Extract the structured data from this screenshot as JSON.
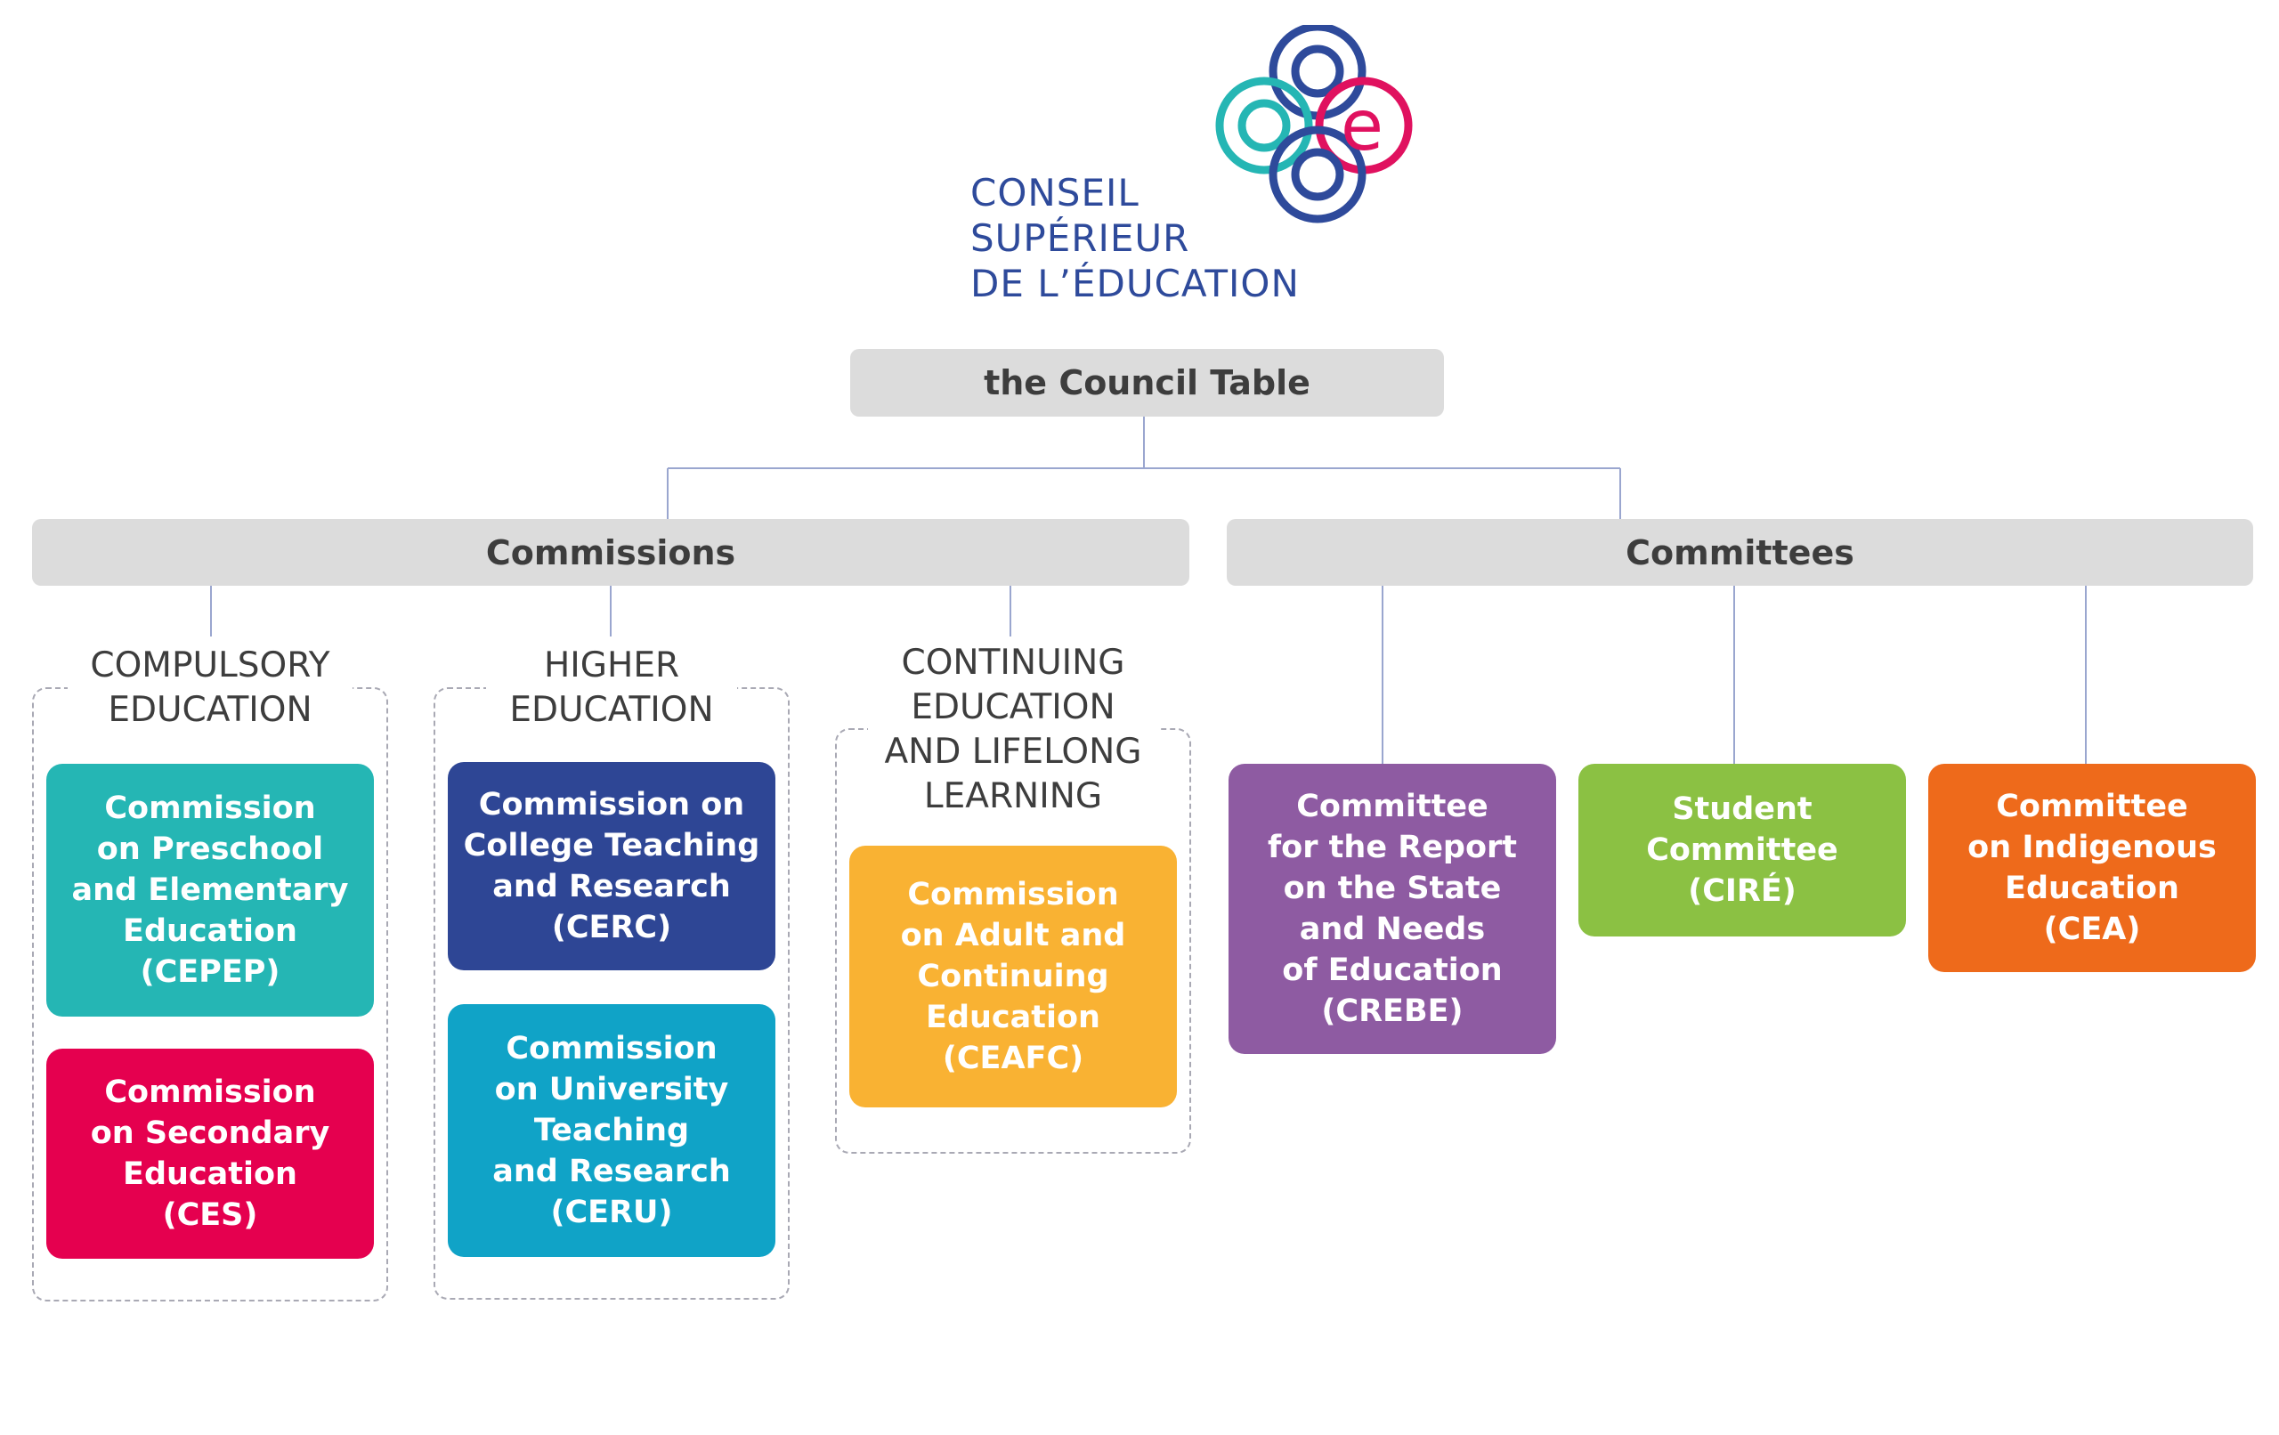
{
  "logo": {
    "text": "CONSEIL\nSUPÉRIEUR\nDE L’ÉDUCATION",
    "colors": {
      "navy": "#2e4a9b",
      "teal": "#25b6b4",
      "magenta": "#e0115f"
    }
  },
  "council_table": {
    "label": "the Council Table"
  },
  "commissions": {
    "label": "Commissions",
    "groups": [
      {
        "title": "COMPULSORY\nEDUCATION",
        "boxes": [
          {
            "text": "Commission\non Preschool\nand Elementary\nEducation\n(CEPEP)",
            "color": "#25b6b4"
          },
          {
            "text": "Commission\non Secondary\nEducation\n(CES)",
            "color": "#e5004f"
          }
        ]
      },
      {
        "title": "HIGHER\nEDUCATION",
        "boxes": [
          {
            "text": "Commission on\nCollege Teaching\nand Research\n(CERC)",
            "color": "#2e4695"
          },
          {
            "text": "Commission\non University\nTeaching\nand Research\n(CERU)",
            "color": "#10a3c7"
          }
        ]
      },
      {
        "title": "CONTINUING\nEDUCATION\nAND LIFELONG\nLEARNING",
        "boxes": [
          {
            "text": "Commission\non Adult and\nContinuing\nEducation\n(CEAFC)",
            "color": "#f9b233"
          }
        ]
      }
    ]
  },
  "committees": {
    "label": "Committees",
    "boxes": [
      {
        "text": "Committee\nfor the Report\non the State\nand Needs\nof Education\n(CREBE)",
        "color": "#8e5ba2"
      },
      {
        "text": "Student\nCommittee\n(CIRÉ)",
        "color": "#8bc143"
      },
      {
        "text": "Committee\non Indigenous\nEducation\n(CEA)",
        "color": "#ee6a1b"
      }
    ]
  },
  "connector_color": "#9aa6cf"
}
